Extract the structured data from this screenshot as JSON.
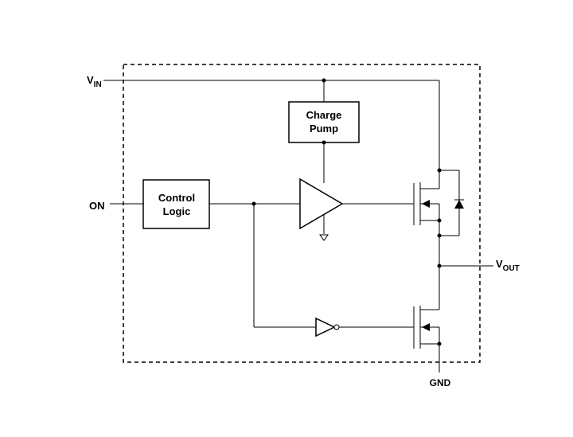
{
  "pins": {
    "vin": {
      "main": "V",
      "sub": "IN"
    },
    "on": "ON",
    "vout": {
      "main": "V",
      "sub": "OUT"
    },
    "gnd": "GND"
  },
  "blocks": {
    "charge_pump": [
      "Charge",
      "Pump"
    ],
    "control_logic": [
      "Control",
      "Logic"
    ]
  }
}
